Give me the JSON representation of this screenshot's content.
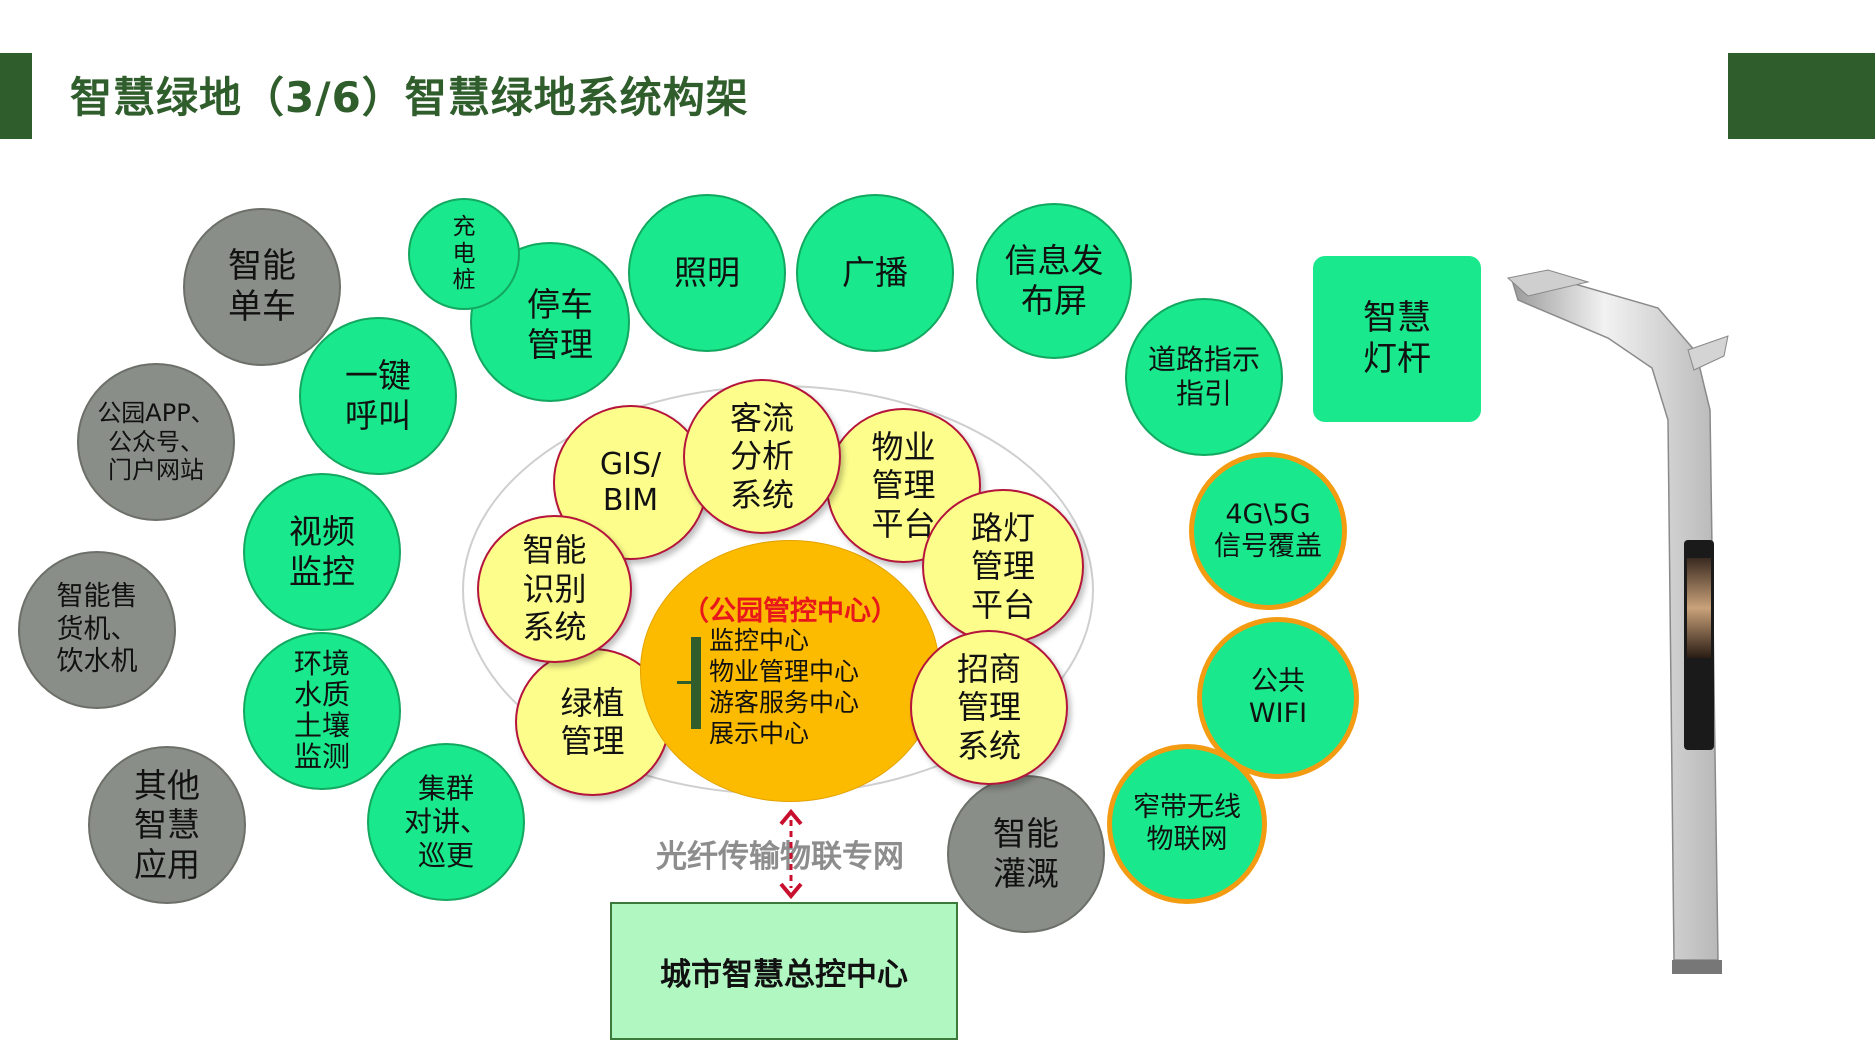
{
  "title": "智慧绿地（3/6）智慧绿地系统构架",
  "colors": {
    "dark_green": "#2f5d2b",
    "green_node": "#19e88c",
    "gray_node": "#8a8e88",
    "yellow_node": "#fdfd8c",
    "hub_orange": "#fdbb00",
    "ring_orange": "#f39c12",
    "hub_title_red": "#e8171b",
    "command_box": "#b1f7c2"
  },
  "outer_nodes": {
    "smart_bike": "智能\n单车",
    "charging_pile": "充\n电\n桩",
    "parking": "停车\n管理",
    "lighting": "照明",
    "broadcast": "广播",
    "info_screen": "信息发\n布屏",
    "road_guide": "道路指示\n指引",
    "one_key_call": "一键\n呼叫",
    "park_app": "公园APP、\n公众号、\n门户网站",
    "video_monitor": "视频\n监控",
    "vending": "智能售\n货机、\n饮水机",
    "env_monitor": "环境\n水质\n土壤\n监测",
    "other_apps": "其他\n智慧\n应用",
    "cluster_talk": "集群\n对讲、\n巡更",
    "irrigation": "智能\n灌溉",
    "signal_4g5g": "4G\\5G\n信号覆盖",
    "public_wifi": "公共\nWIFI",
    "nb_iot": "窄带无线\n物联网"
  },
  "inner_nodes": {
    "gis_bim": "GIS/\nBIM",
    "passenger_flow": "客流\n分析\n系统",
    "property_platform": "物业\n管理\n平台",
    "streetlight_platform": "路灯\n管理\n平台",
    "smart_recognition": "智能\n识别\n系统",
    "greenery": "绿植\n管理",
    "investment": "招商\n管理\n系统"
  },
  "hub": {
    "title": "（公园管控中心）",
    "items": [
      "监控中心",
      "物业管理中心",
      "游客服务中心",
      "展示中心"
    ]
  },
  "smart_pole": "智慧\n灯杆",
  "network_label": "光纤传输物联专网",
  "command_center": "城市智慧总控中心"
}
